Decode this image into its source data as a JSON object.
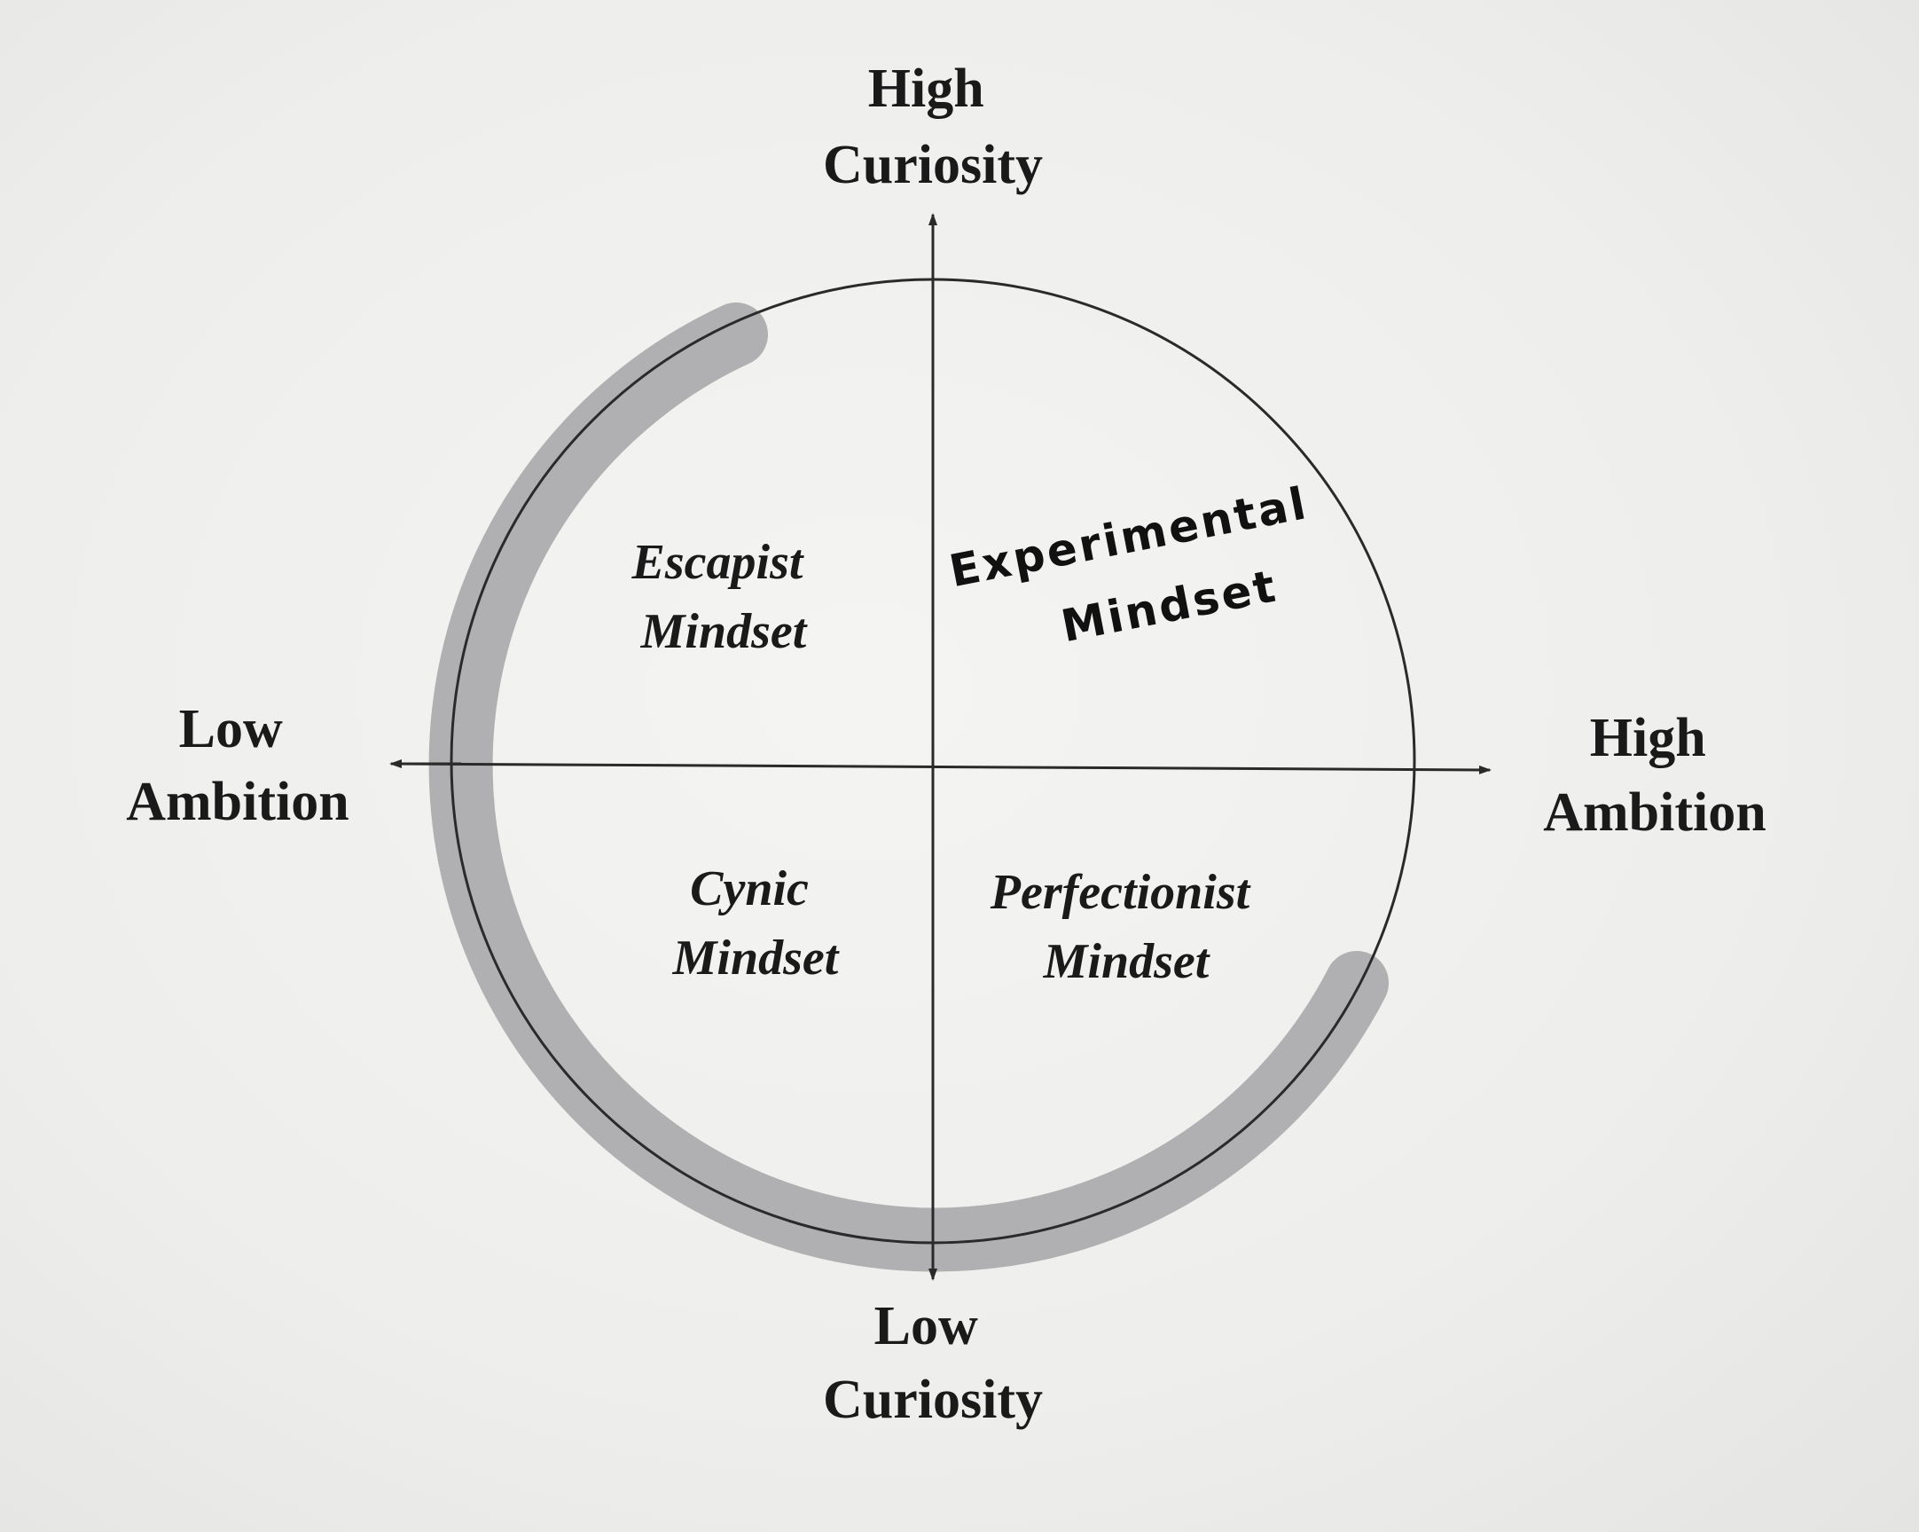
{
  "axes": {
    "top": [
      "High",
      "Curiosity"
    ],
    "bottom": [
      "Low",
      "Curiosity"
    ],
    "left": [
      "Low",
      "Ambition"
    ],
    "right": [
      "High",
      "Ambition"
    ]
  },
  "quadrants": {
    "top_left": [
      "Escapist",
      "Mindset"
    ],
    "top_right": [
      "Experimental",
      "Mindset"
    ],
    "bottom_left": [
      "Cynic",
      "Mindset"
    ],
    "bottom_right": [
      "Perfectionist",
      "Mindset"
    ]
  },
  "colors": {
    "ink": "#1a1a1a",
    "highlight_arc": "#a9a9ab",
    "background": "#efefed"
  }
}
